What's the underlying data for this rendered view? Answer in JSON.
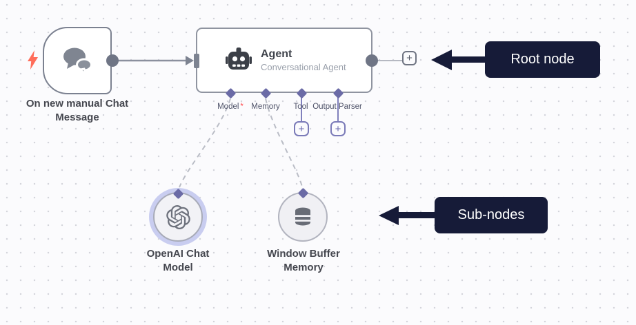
{
  "colors": {
    "canvas_bg": "#fbfbfd",
    "grid_dot": "#d4d5db",
    "node_border_gray": "#7b8190",
    "wire_gray": "#8b909e",
    "port_purple": "#6b6ba6",
    "wire_purple": "#8080bc",
    "dashed_wire": "#babdc6",
    "annotation_bg": "#161b38",
    "annotation_text": "#ffffff",
    "required_red": "#ff4d4f",
    "trigger_bolt_red": "#ff6d5a",
    "selected_halo": "#c9cdf0"
  },
  "trigger_node": {
    "label": "On new manual Chat Message",
    "label_lines": [
      "On new manual Chat",
      "Message"
    ],
    "icon": "chat-bubbles-icon",
    "badge_icon": "lightning-bolt-icon"
  },
  "agent_node": {
    "title": "Agent",
    "subtitle": "Conversational Agent",
    "icon": "robot-icon",
    "add_next_button": "+",
    "ports": [
      {
        "label": "Model",
        "required_marker": "*"
      },
      {
        "label": "Memory"
      },
      {
        "label": "Tool",
        "add_button": "+"
      },
      {
        "label": "Output Parser",
        "add_button": "+"
      }
    ]
  },
  "sub_nodes": [
    {
      "label": "OpenAI Chat Model",
      "label_lines": [
        "OpenAI Chat",
        "Model"
      ],
      "icon": "openai-icon",
      "selected": true
    },
    {
      "label": "Window Buffer Memory",
      "label_lines": [
        "Window Buffer",
        "Memory"
      ],
      "icon": "database-icon",
      "selected": false
    }
  ],
  "annotations": [
    {
      "label": "Root node"
    },
    {
      "label": "Sub-nodes"
    }
  ]
}
